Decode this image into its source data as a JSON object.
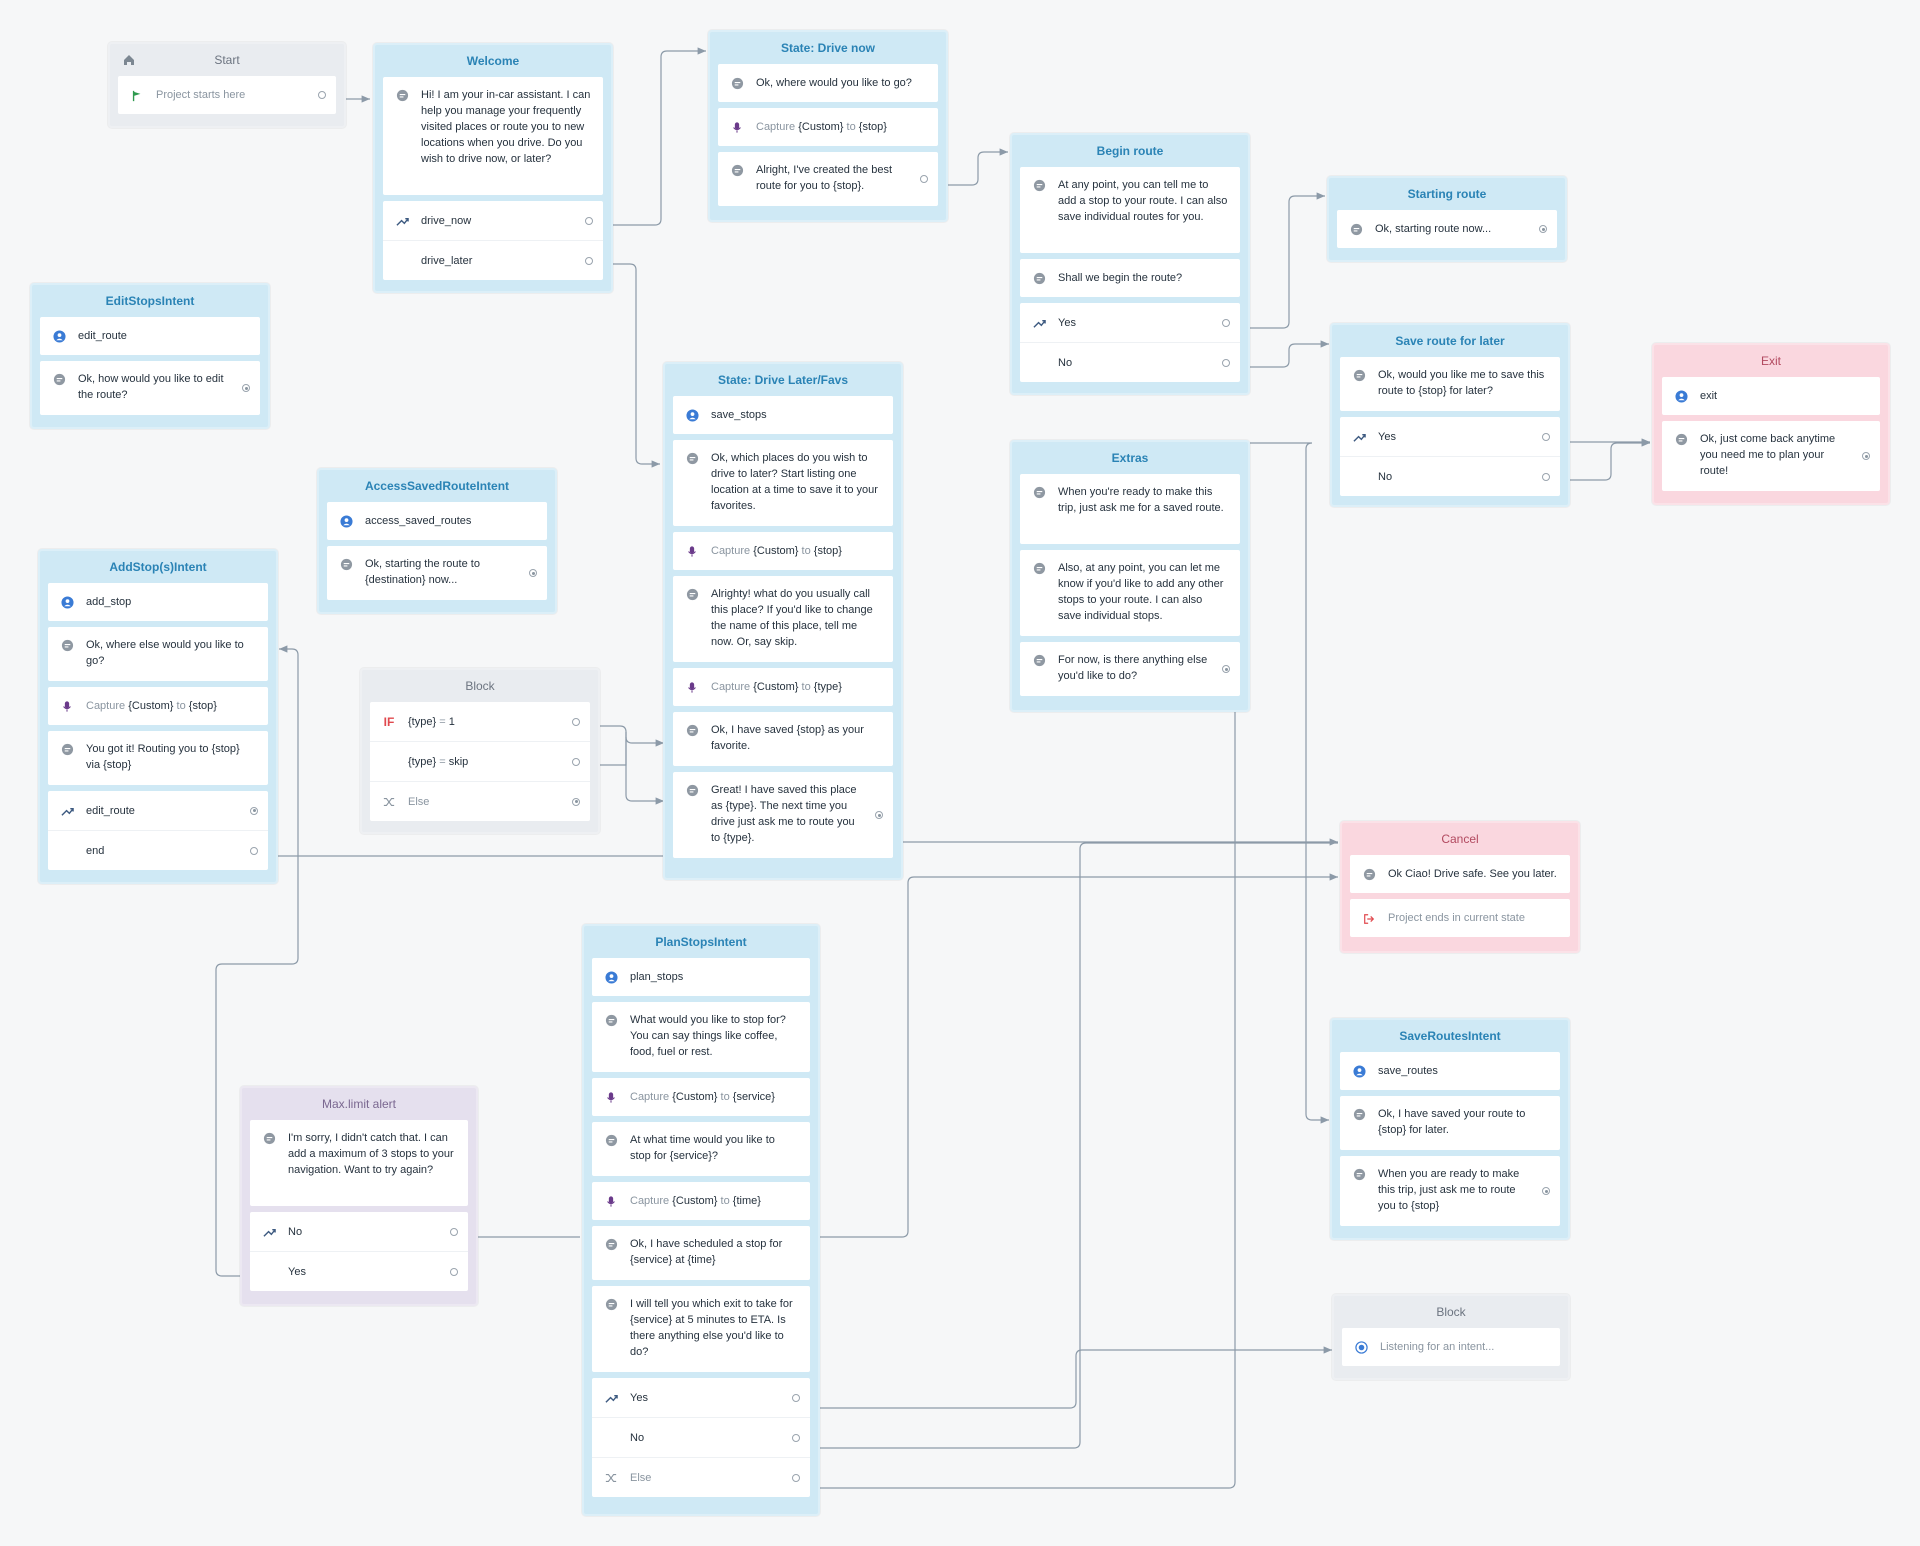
{
  "start": {
    "title": "Start",
    "label": "Project starts here"
  },
  "welcome": {
    "title": "Welcome",
    "message": "Hi! I am your in-car assistant. I can help you manage your frequently visited places or route you to new locations when you drive. Do you wish to drive now, or later?",
    "choices": [
      "drive_now",
      "drive_later"
    ]
  },
  "drive_now": {
    "title": "State: Drive now",
    "m1": "Ok, where would you like to go?",
    "capture": {
      "word": "Capture",
      "custom": "{Custom}",
      "to": "to",
      "var": "{stop}"
    },
    "m2": "Alright, I've created the best route for you to {stop}."
  },
  "begin_route": {
    "title": "Begin route",
    "m1": "At any point, you can tell me to add a stop to your route. I can also save individual routes for you.",
    "m2": "Shall we begin the route?",
    "choices": [
      "Yes",
      "No"
    ]
  },
  "starting_route": {
    "title": "Starting route",
    "m1": "Ok, starting route now..."
  },
  "save_route_later": {
    "title": "Save route for later",
    "m1": "Ok, would you like me to save this route to {stop} for later?",
    "choices": [
      "Yes",
      "No"
    ]
  },
  "exit": {
    "title": "Exit",
    "intent": "exit",
    "m1": "Ok, just come back anytime you need me to plan your route!"
  },
  "edit_stops": {
    "title": "EditStopsIntent",
    "intent": "edit_route",
    "m1": "Ok, how would you like to edit the route?"
  },
  "access_saved": {
    "title": "AccessSavedRouteIntent",
    "intent": "access_saved_routes",
    "m1": "Ok, starting the route to {destination} now..."
  },
  "add_stops": {
    "title": "AddStop(s)Intent",
    "intent": "add_stop",
    "m1": "Ok, where else would you like to go?",
    "capture": {
      "word": "Capture",
      "custom": "{Custom}",
      "to": "to",
      "var": "{stop}"
    },
    "m2": "You got it! Routing you to {stop} via {stop}",
    "choices": [
      "edit_route",
      "end"
    ]
  },
  "drive_later": {
    "title": "State: Drive Later/Favs",
    "intent": "save_stops",
    "m1": "Ok, which places do you wish to drive to later? Start listing one location at a time to save it to your favorites.",
    "capture1": {
      "word": "Capture",
      "custom": "{Custom}",
      "to": "to",
      "var": "{stop}"
    },
    "m2": "Alrighty! what do you usually call this place? If you'd like to change the name of this place, tell me now. Or, say skip.",
    "capture2": {
      "word": "Capture",
      "custom": "{Custom}",
      "to": "to",
      "var": "{type}"
    },
    "m3": "Ok, I have saved {stop} as your favorite.",
    "m4": "Great! I have saved this place as {type}. The next time you drive just ask me to route you to {type}."
  },
  "block_if": {
    "title": "Block",
    "if_kw": "IF",
    "cond1_var": "{type}",
    "cond1_op": "=",
    "cond1_val": "1",
    "cond2_var": "{type}",
    "cond2_op": "=",
    "cond2_val": "skip",
    "else": "Else"
  },
  "extras": {
    "title": "Extras",
    "m1": "When you're ready to make this trip, just ask me for a saved route.",
    "m2": "Also, at any point, you can let me know if you'd like to add any other stops to your route. I can also save individual stops.",
    "m3": "For now, is there anything else you'd like to do?"
  },
  "cancel": {
    "title": "Cancel",
    "m1": "Ok Ciao! Drive safe. See you later.",
    "end": "Project ends in current state"
  },
  "plan_stops": {
    "title": "PlanStopsIntent",
    "intent": "plan_stops",
    "m1": "What would you like to stop for? You can say things like coffee, food, fuel or rest.",
    "capture1": {
      "word": "Capture",
      "custom": "{Custom}",
      "to": "to",
      "var": "{service}"
    },
    "m2": "At what time would you like to stop for {service}?",
    "capture2": {
      "word": "Capture",
      "custom": "{Custom}",
      "to": "to",
      "var": "{time}"
    },
    "m3": "Ok, I have scheduled a stop for {service} at {time}",
    "m4": "I will tell you which exit to take for {service} at 5 minutes to ETA. Is there anything else you'd like to do?",
    "choices": [
      "Yes",
      "No"
    ],
    "else": "Else"
  },
  "max_limit": {
    "title": "Max.limit alert",
    "m1": "I'm sorry, I didn't catch that. I can add a maximum of 3 stops to your navigation. Want to try again?",
    "choices": [
      "No",
      "Yes"
    ]
  },
  "save_routes_intent": {
    "title": "SaveRoutesIntent",
    "intent": "save_routes",
    "m1": "Ok, I have saved your route to {stop} for later.",
    "m2": "When you are ready to make this trip, just ask me to route you to {stop}"
  },
  "block_listen": {
    "title": "Block",
    "label": "Listening for an intent..."
  },
  "colors": {
    "wire": "#8c9aa8",
    "blue_title": "#2a83b5",
    "intent_icon": "#3a7bd5",
    "capture_icon": "#6a3a8a",
    "start_flag": "#2e9a4e",
    "exit_icon": "#e0494e"
  }
}
